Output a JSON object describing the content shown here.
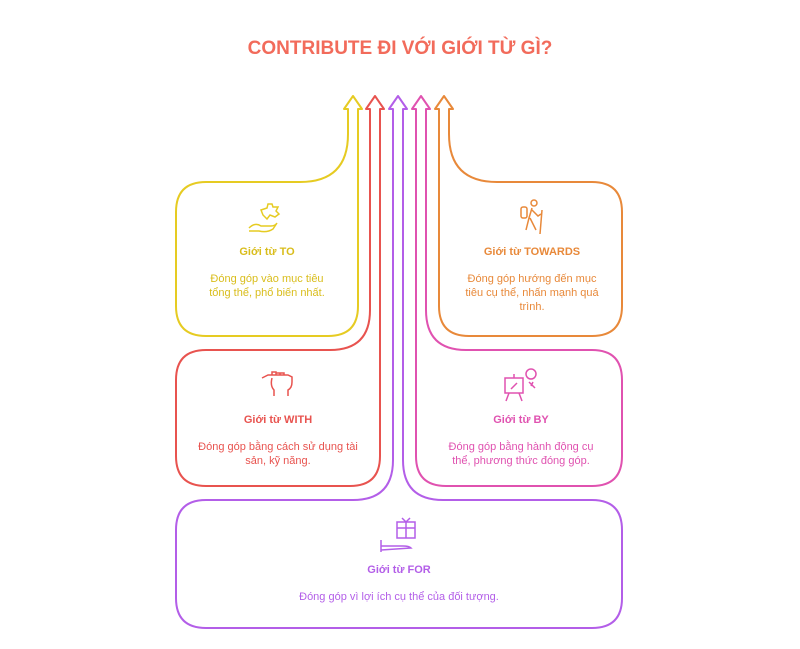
{
  "title": "CONTRIBUTE ĐI VỚI GIỚI TỪ GÌ?",
  "colors": {
    "title": "#f26b5b",
    "to": "#e6cb22",
    "with": "#e8534f",
    "for": "#b35ee8",
    "by": "#e052b0",
    "towards": "#e8893a"
  },
  "cards": {
    "to": {
      "heading": "Giới từ TO",
      "text": "Đóng góp vào mục tiêu tổng thể, phổ biến nhất.",
      "icon": "hand-puzzle-icon"
    },
    "towards": {
      "heading": "Giới từ TOWARDS",
      "text": "Đóng góp hướng đến mục tiêu cụ thể, nhấn mạnh quá trình.",
      "icon": "hiker-icon"
    },
    "with": {
      "heading": "Giới từ WITH",
      "text": "Đóng góp bằng cách sử dụng tài sản, kỹ năng.",
      "icon": "hand-brush-icon"
    },
    "by": {
      "heading": "Giới từ BY",
      "text": "Đóng góp bằng hành động cụ thể, phương thức đóng góp.",
      "icon": "easel-painter-icon"
    },
    "for": {
      "heading": "Giới từ FOR",
      "text": "Đóng góp vì lợi ích cụ thể của đối tượng.",
      "icon": "hand-gift-icon"
    }
  }
}
